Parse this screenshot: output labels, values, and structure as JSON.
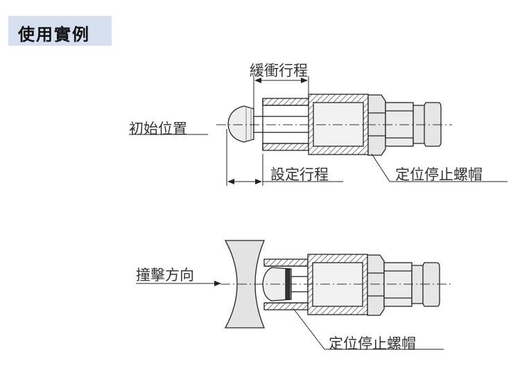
{
  "section": {
    "title": "使用實例"
  },
  "figure1": {
    "label_stroke": "緩衝行程",
    "label_initial": "初始位置",
    "label_setting": "設定行程",
    "label_locknut": "定位停止螺帽"
  },
  "figure2": {
    "label_impact": "撞擊方向",
    "label_locknut": "定位停止螺帽"
  },
  "colors": {
    "title_bg": "#d5dff0",
    "metal": "#e8e8e8",
    "hatch": "#555555",
    "line": "#222222"
  }
}
